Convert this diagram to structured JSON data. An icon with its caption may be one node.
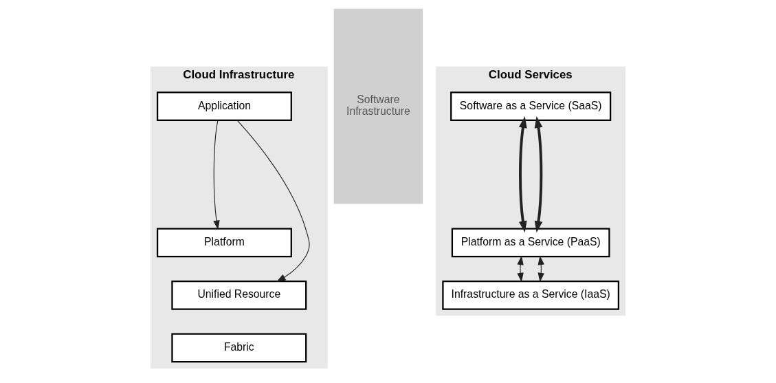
{
  "diagram": {
    "nodes": [
      {
        "text": [
          "Cloud Infrastructure"
        ]
      },
      {
        "text": [
          "Application"
        ],
        "in": 0
      },
      {
        "text": [
          "Platform"
        ],
        "in": 0
      },
      {
        "text": [
          "Unified Resource"
        ],
        "in": 0
      },
      {
        "text": [
          "Fabric"
        ],
        "in": 0
      },
      {
        "text": [
          "Software",
          "Infrastructure"
        ]
      },
      {
        "text": [
          "Cloud Services"
        ]
      },
      {
        "text": [
          "Software as a Service (SaaS)"
        ],
        "in": 6
      },
      {
        "text": [
          "Platform as a Service (PaaS)"
        ],
        "in": 6
      },
      {
        "text": [
          "Infrastructure as a Service (IaaS)"
        ],
        "in": 6
      }
    ],
    "edges": [
      {
        "from": 1,
        "to": 2,
        "arrow": "to"
      },
      {
        "from": 1,
        "to": 3,
        "arrow": "to"
      },
      {
        "from": 7,
        "to": 8,
        "arrow": "both",
        "style": "thick"
      },
      {
        "from": 7,
        "to": 8,
        "arrow": "both",
        "style": "thick"
      },
      {
        "from": 8,
        "to": 9,
        "arrow": "both"
      },
      {
        "from": 8,
        "to": 9,
        "arrow": "both"
      }
    ]
  }
}
